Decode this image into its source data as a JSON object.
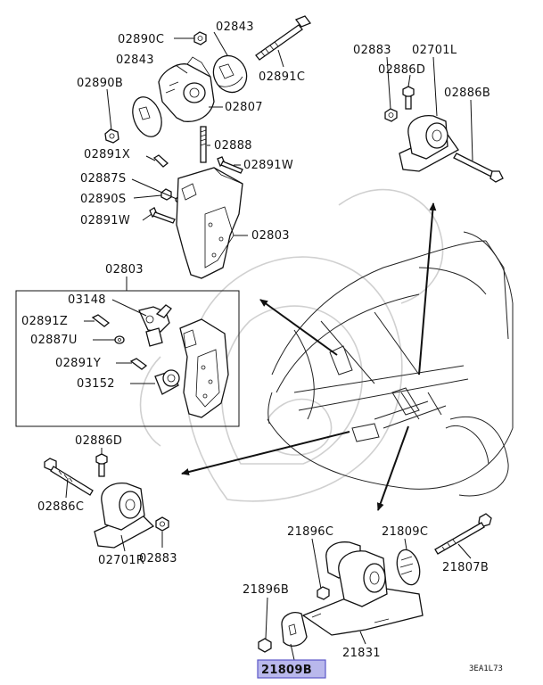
{
  "diagram": {
    "labels": {
      "p02890C": "02890C",
      "p02843a": "02843",
      "p02843b": "02843",
      "p02890B": "02890B",
      "p02891C": "02891C",
      "p02807": "02807",
      "p02888": "02888",
      "p02891X": "02891X",
      "p02891W_a": "02891W",
      "p02887S": "02887S",
      "p02890S": "02890S",
      "p02891W_b": "02891W",
      "p02803_a": "02803",
      "p02803_b": "02803",
      "p03148": "03148",
      "p02891Z": "02891Z",
      "p02887U": "02887U",
      "p02891Y": "02891Y",
      "p03152": "03152",
      "p02883_a": "02883",
      "p02701L": "02701L",
      "p02886D_a": "02886D",
      "p02886B": "02886B",
      "p02886D_b": "02886D",
      "p02886C": "02886C",
      "p02701R": "02701R",
      "p02883_b": "02883",
      "p21896C": "21896C",
      "p21809C": "21809C",
      "p21807B": "21807B",
      "p21896B": "21896B",
      "p21831": "21831",
      "p21809B": "21809B"
    },
    "highlight_color": "#b9b8ec",
    "highlight_border": "#5a56c8",
    "figure_code": "3EA1L73"
  }
}
